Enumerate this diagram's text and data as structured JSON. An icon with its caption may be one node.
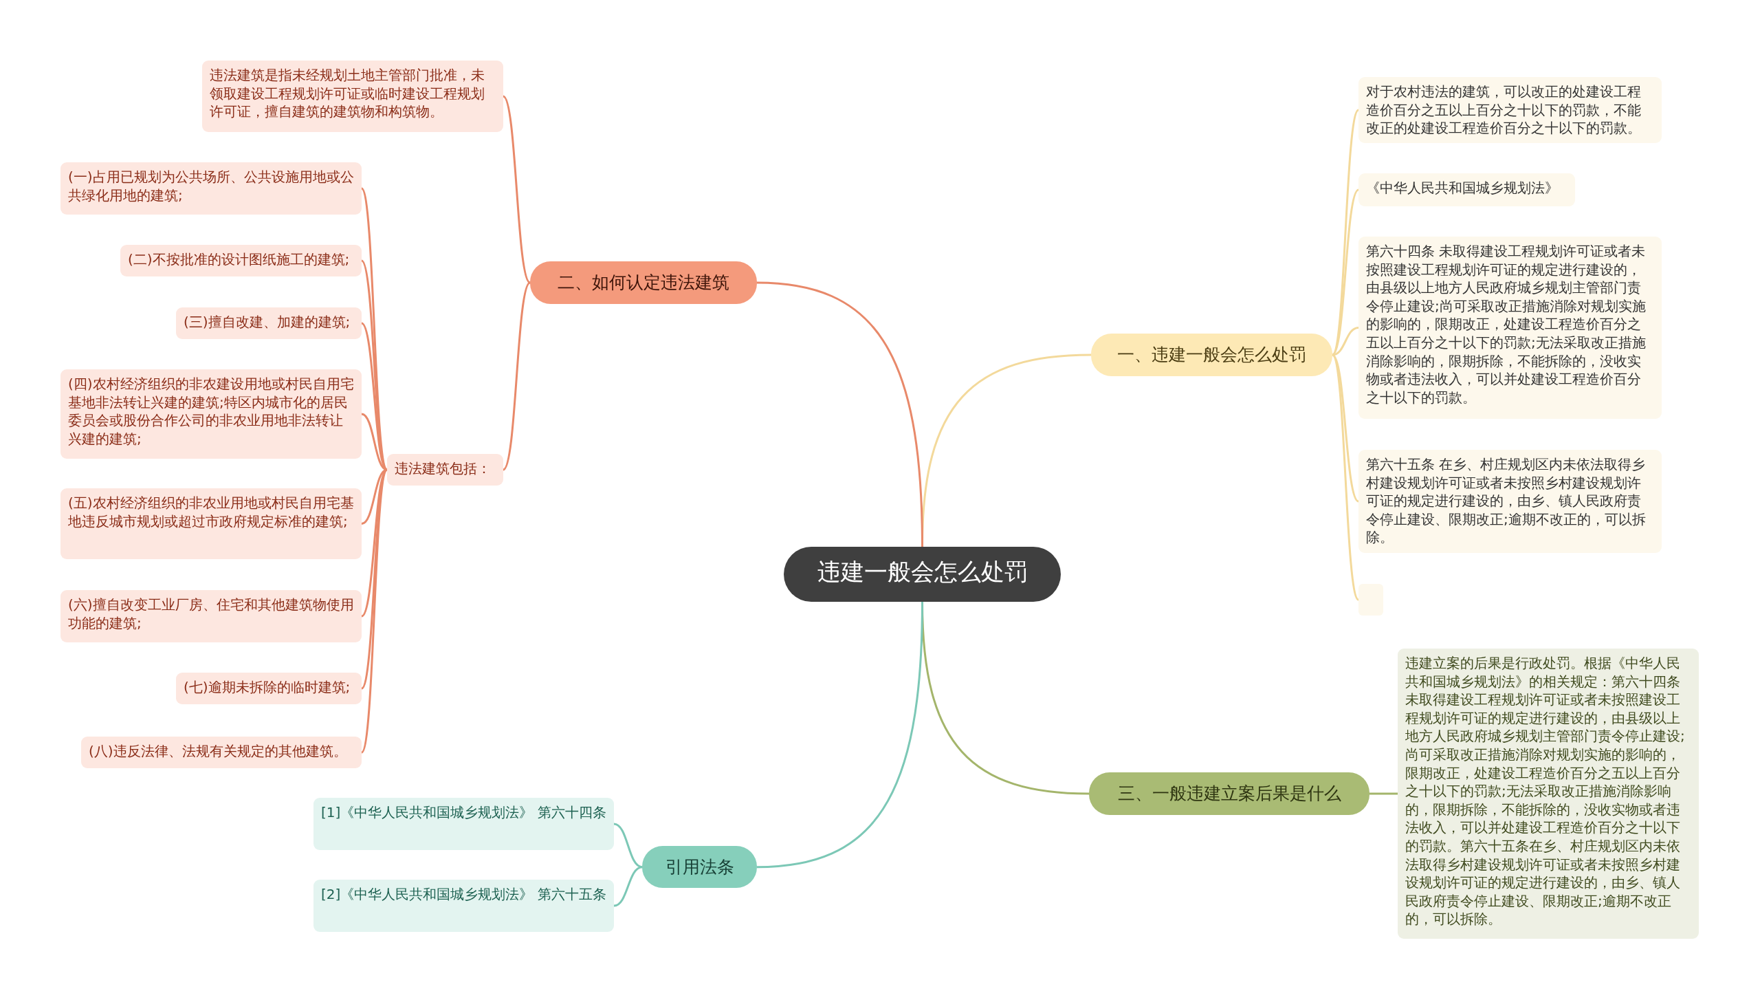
{
  "diagram": {
    "nodes": [
      {
        "text": [
          "违建一般会怎么处罚"
        ]
      },
      {
        "text": [
          "一、违建一般会怎么处罚"
        ]
      },
      {
        "text": [
          "对于农村违法的建筑，可以改正的处建设工程造价百分之五以上百分之十以下的罚款，不能改正的处建设工程造价百分之十以下的罚款。"
        ]
      },
      {
        "text": [
          "《中华人民共和国城乡规划法》"
        ]
      },
      {
        "text": [
          "第六十四条 未取得建设工程规划许可证或者未按照建设工程规划许可证的规定进行建设的，由县级以上地方人民政府城乡规划主管部门责令停止建设;尚可采取改正措施消除对规划实施的影响的，限期改正，处建设工程造价百分之五以上百分之十以下的罚款;无法采取改正措施消除影响的，限期拆除，不能拆除的，没收实物或者违法收入，可以并处建设工程造价百分之十以下的罚款。"
        ]
      },
      {
        "text": [
          "第六十五条 在乡、村庄规划区内未依法取得乡村建设规划许可证或者未按照乡村建设规划许可证的规定进行建设的，由乡、镇人民政府责令停止建设、限期改正;逾期不改正的，可以拆除。"
        ]
      },
      {
        "text": [],
        "shape": "box"
      },
      {
        "text": [
          "二、如何认定违法建筑"
        ]
      },
      {
        "text": [
          "违法建筑是指未经规划土地主管部门批准，未领取建设工程规划许可证或临时建设工程规划许可证，擅自建筑的建筑物和构筑物。"
        ]
      },
      {
        "text": [
          "违法建筑包括："
        ]
      },
      {
        "text": [
          "(一)占用已规划为公共场所、公共设施用地或公共绿化用地的建筑;"
        ]
      },
      {
        "text": [
          "(二)不按批准的设计图纸施工的建筑;"
        ]
      },
      {
        "text": [
          "(三)擅自改建、加建的建筑;"
        ]
      },
      {
        "text": [
          "(四)农村经济组织的非农建设用地或村民自用宅基地非法转让兴建的建筑;特区内城市化的居民委员会或股份合作公司的非农业用地非法转让兴建的建筑;"
        ]
      },
      {
        "text": [
          "(五)农村经济组织的非农业用地或村民自用宅基地违反城市规划或超过市政府规定标准的建筑;"
        ]
      },
      {
        "text": [
          "(六)擅自改变工业厂房、住宅和其他建筑物使用功能的建筑;"
        ]
      },
      {
        "text": [
          "(七)逾期未拆除的临时建筑;"
        ]
      },
      {
        "text": [
          "(八)违反法律、法规有关规定的其他建筑。"
        ]
      },
      {
        "text": [
          "三、一般违建立案后果是什么"
        ]
      },
      {
        "text": [
          "违建立案的后果是行政处罚。根据《中华人民共和国城乡规划法》的相关规定：第六十四条未取得建设工程规划许可证或者未按照建设工程规划许可证的规定进行建设的，由县级以上地方人民政府城乡规划主管部门责令停止建设;尚可采取改正措施消除对规划实施的影响的，限期改正，处建设工程造价百分之五以上百分之十以下的罚款;无法采取改正措施消除影响的，限期拆除，不能拆除的，没收实物或者违法收入，可以并处建设工程造价百分之十以下的罚款。第六十五条在乡、村庄规划区内未依法取得乡村建设规划许可证或者未按照乡村建设规划许可证的规定进行建设的，由乡、镇人民政府责令停止建设、限期改正;逾期不改正的，可以拆除。"
        ]
      },
      {
        "text": [
          "引用法条"
        ]
      },
      {
        "text": [
          "[1]《中华人民共和国城乡规划法》 第六十四条"
        ]
      },
      {
        "text": [
          "[2]《中华人民共和国城乡规划法》 第六十五条"
        ]
      }
    ],
    "edges": [
      {
        "from": 0,
        "to": 1,
        "arrow": "none",
        "color": "#f3d99b"
      },
      {
        "from": 1,
        "to": 2,
        "arrow": "none",
        "color": "#f3d99b"
      },
      {
        "from": 1,
        "to": 3,
        "arrow": "none",
        "color": "#f3d99b"
      },
      {
        "from": 1,
        "to": 4,
        "arrow": "none",
        "color": "#f3d99b"
      },
      {
        "from": 1,
        "to": 5,
        "arrow": "none",
        "color": "#f3d99b"
      },
      {
        "from": 1,
        "to": 6,
        "arrow": "none",
        "color": "#f3d99b"
      },
      {
        "from": 0,
        "to": 7,
        "arrow": "none"
      },
      {
        "from": 7,
        "to": 8,
        "arrow": "none"
      },
      {
        "from": 7,
        "to": 9,
        "arrow": "none"
      },
      {
        "from": 9,
        "to": 10,
        "arrow": "none"
      },
      {
        "from": 9,
        "to": 11,
        "arrow": "none"
      },
      {
        "from": 9,
        "to": 12,
        "arrow": "none"
      },
      {
        "from": 9,
        "to": 13,
        "arrow": "none"
      },
      {
        "from": 9,
        "to": 14,
        "arrow": "none"
      },
      {
        "from": 9,
        "to": 15,
        "arrow": "none"
      },
      {
        "from": 9,
        "to": 16,
        "arrow": "none"
      },
      {
        "from": 9,
        "to": 17,
        "arrow": "none"
      },
      {
        "from": 0,
        "to": 18,
        "arrow": "none",
        "color": "#a4b56b"
      },
      {
        "from": 18,
        "to": 19,
        "arrow": "none",
        "color": "#a4b56b"
      },
      {
        "from": 0,
        "to": 20,
        "arrow": "none",
        "color": "#7cc8b6"
      },
      {
        "from": 20,
        "to": 21,
        "arrow": "none",
        "color": "#7cc8b6"
      },
      {
        "from": 20,
        "to": 22,
        "arrow": "none",
        "color": "#7cc8b6"
      }
    ]
  }
}
